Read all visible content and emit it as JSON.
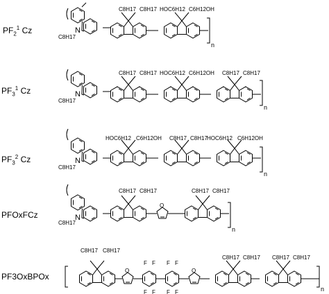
{
  "polymers": [
    {
      "name_parts": [
        "PF",
        "2",
        "1",
        " Cz"
      ],
      "substituents": [
        "C8H17",
        "C8H17",
        "C8H17",
        "HOC6H12",
        "C6H12OH"
      ],
      "repeat": "n"
    },
    {
      "name_parts": [
        "PF",
        "3",
        "1",
        " Cz"
      ],
      "substituents": [
        "C8H17",
        "C8H17",
        "C8H17",
        "HOC6H12",
        "C6H12OH",
        "C8H17",
        "C8H17"
      ],
      "repeat": "n"
    },
    {
      "name_parts": [
        "PF",
        "3",
        "2",
        " Cz"
      ],
      "substituents": [
        "C8H17",
        "HOC6H12",
        "C6H12OH",
        "C8H17",
        "C8H17",
        "HOC6H12",
        "C6H12OH"
      ],
      "repeat": "n"
    },
    {
      "name_parts": [
        "PFOxFCz"
      ],
      "substituents": [
        "C8H17",
        "C8H17",
        "C8H17",
        "C8H17",
        "C8H17"
      ],
      "repeat": "n"
    },
    {
      "name_parts": [
        "PF3OxBPOx"
      ],
      "substituents": [
        "C8H17",
        "C8H17",
        "C8H17",
        "C8H17",
        "C8H17",
        "C8H17"
      ],
      "repeat": "n"
    }
  ],
  "atoms": {
    "nitrogen": "N",
    "oxygen": "O",
    "fluorine": "F"
  }
}
